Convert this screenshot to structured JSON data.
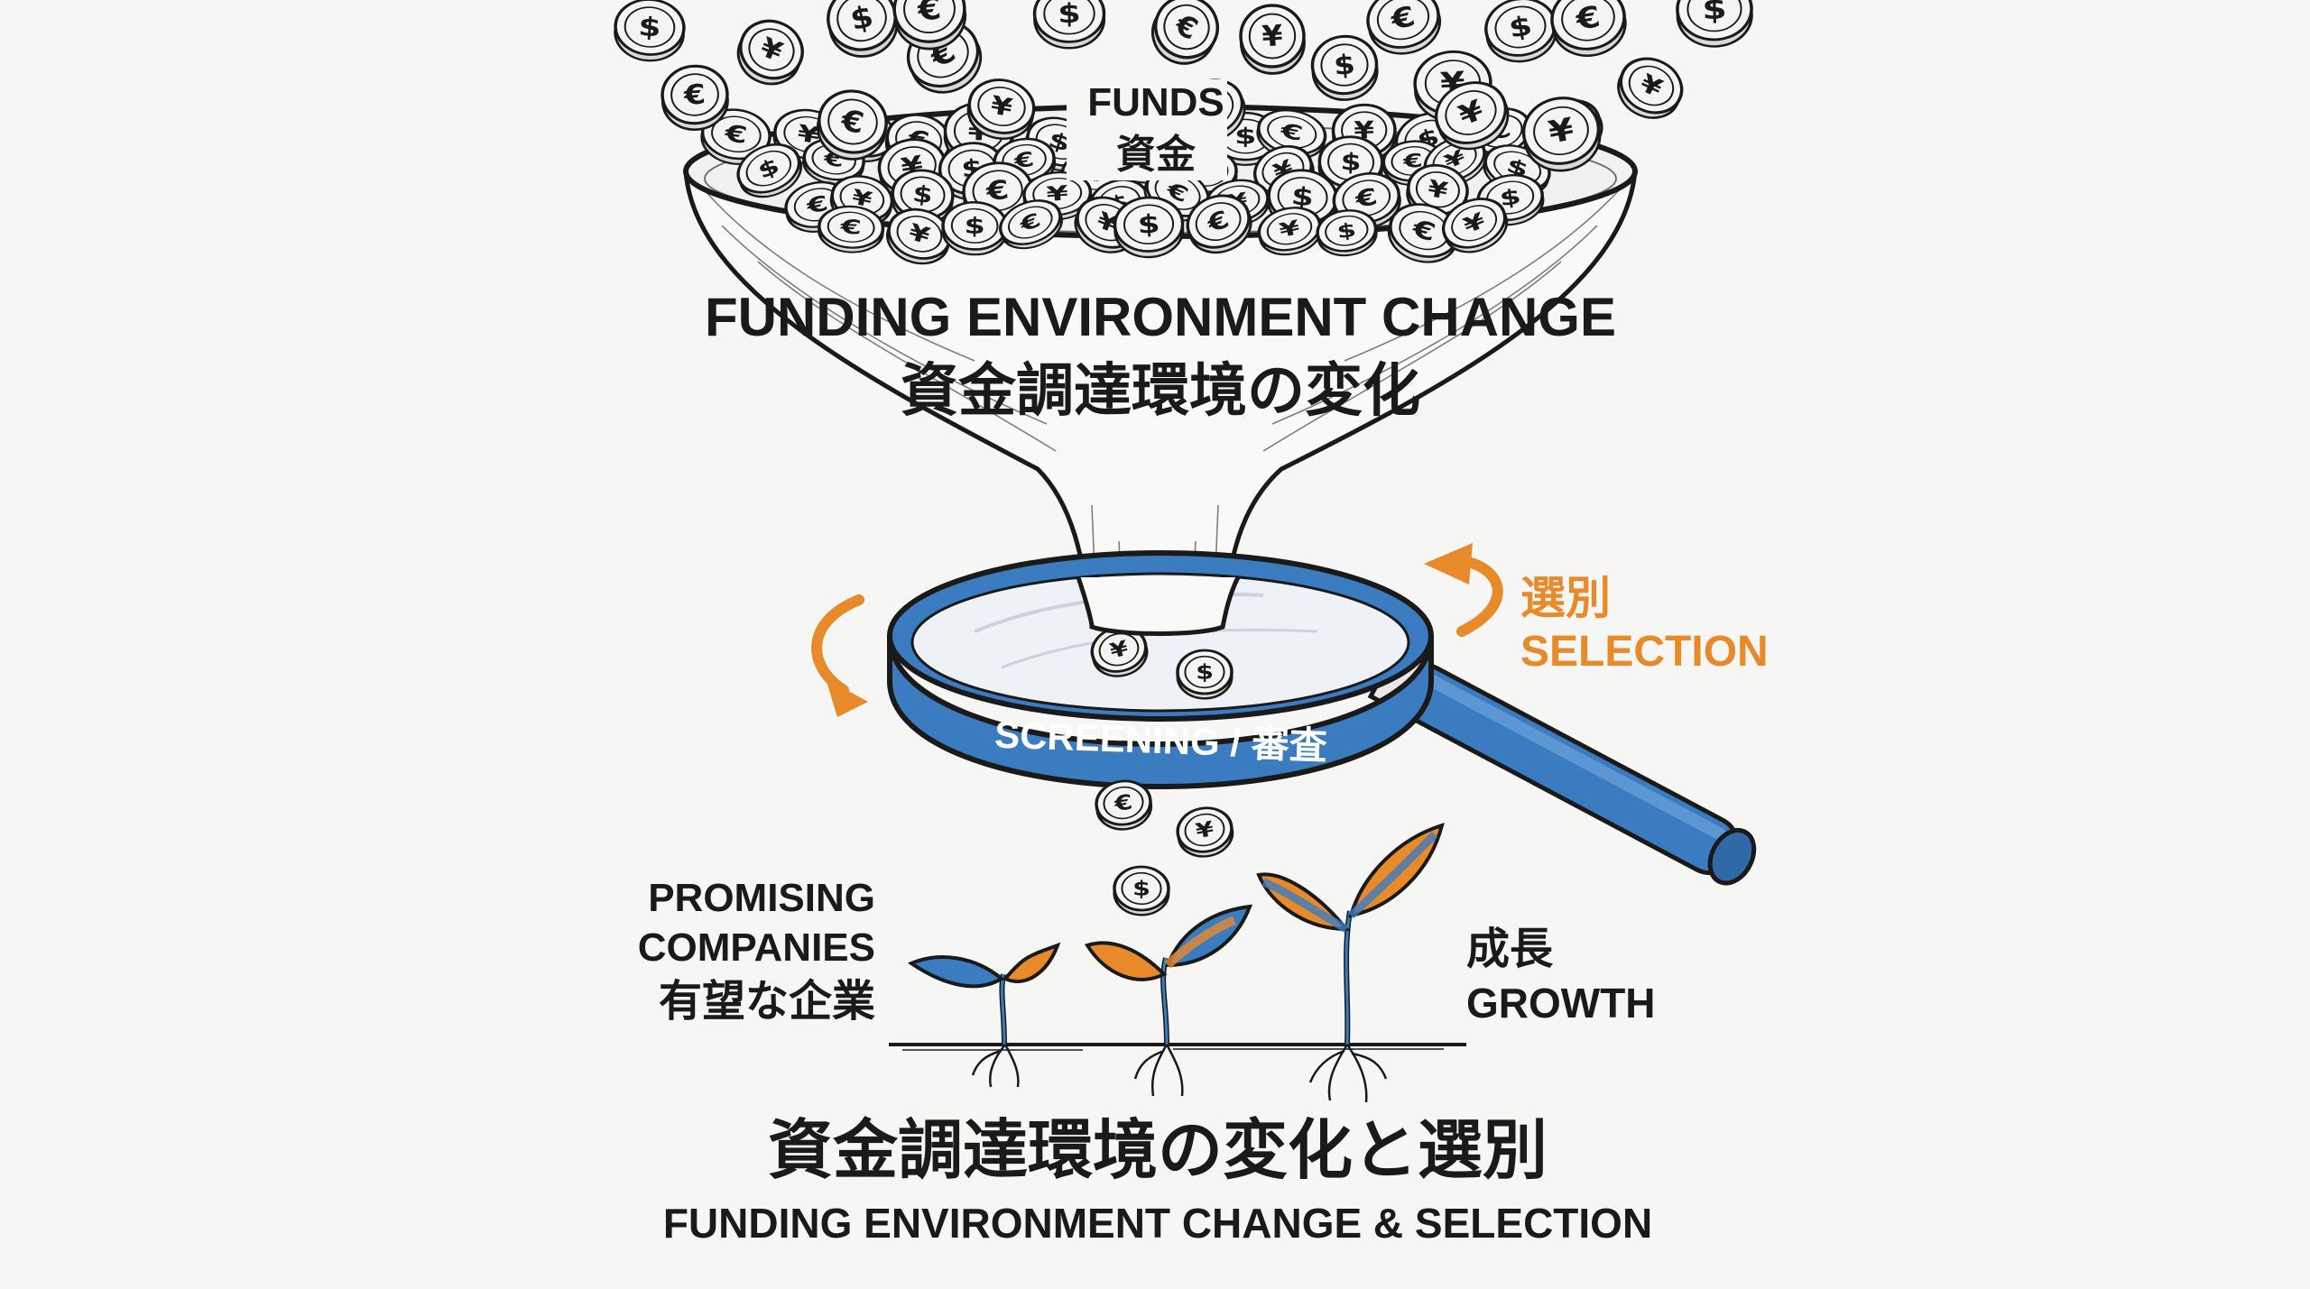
{
  "funds_label": {
    "en": "FUNDS",
    "ja": "資金"
  },
  "funnel_label": {
    "en": "FUNDING ENVIRONMENT CHANGE",
    "ja": "資金調達環境の変化"
  },
  "screening_label": "SCREENING / 審査",
  "selection_label": {
    "ja": "選別",
    "en": "SELECTION"
  },
  "promising_label": {
    "line1": "PROMISING",
    "line2": "COMPANIES",
    "ja": "有望な企業"
  },
  "growth_label": {
    "ja": "成長",
    "en": "GROWTH"
  },
  "footer_title": {
    "ja": "資金調達環境の変化と選別",
    "en": "FUNDING ENVIRONMENT CHANGE & SELECTION"
  },
  "colors": {
    "ink": "#1a1a1a",
    "accent_blue": "#3b7bc0",
    "accent_orange": "#e88a2a",
    "background": "#f6f6f4",
    "coin_fill": "#f4f4f2"
  },
  "coin_symbols": [
    "$",
    "€",
    "¥"
  ],
  "icons": [
    "coin-icon",
    "funnel-icon",
    "magnifying-glass-icon",
    "rotate-arrow-icon",
    "sprout-icon"
  ]
}
